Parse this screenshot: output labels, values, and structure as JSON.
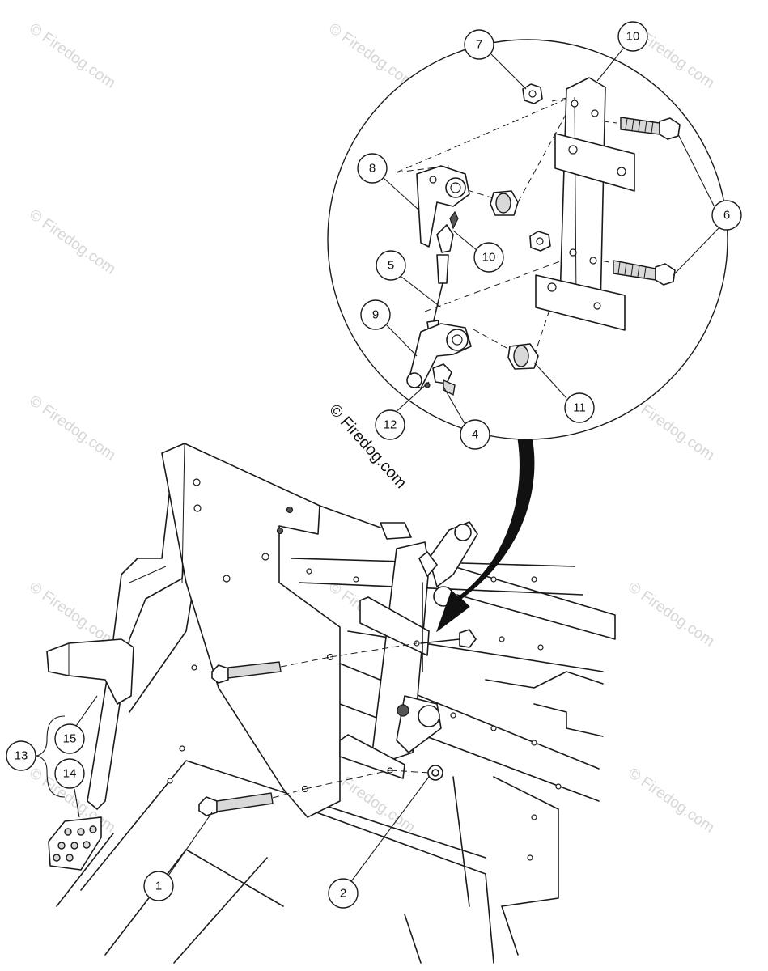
{
  "watermark": {
    "text": "© Firedog.com",
    "color": "#b5b5b5"
  },
  "copyright_label": "© Firedog.com",
  "callouts": [
    {
      "id": "c1",
      "label": "1"
    },
    {
      "id": "c2",
      "label": "2"
    },
    {
      "id": "c4",
      "label": "4"
    },
    {
      "id": "c5",
      "label": "5"
    },
    {
      "id": "c6",
      "label": "6"
    },
    {
      "id": "c7",
      "label": "7"
    },
    {
      "id": "c8",
      "label": "8"
    },
    {
      "id": "c9",
      "label": "9"
    },
    {
      "id": "c10a",
      "label": "10"
    },
    {
      "id": "c10b",
      "label": "10"
    },
    {
      "id": "c11",
      "label": "11"
    },
    {
      "id": "c12",
      "label": "12"
    },
    {
      "id": "c13",
      "label": "13"
    },
    {
      "id": "c14",
      "label": "14"
    },
    {
      "id": "c15",
      "label": "15"
    }
  ]
}
